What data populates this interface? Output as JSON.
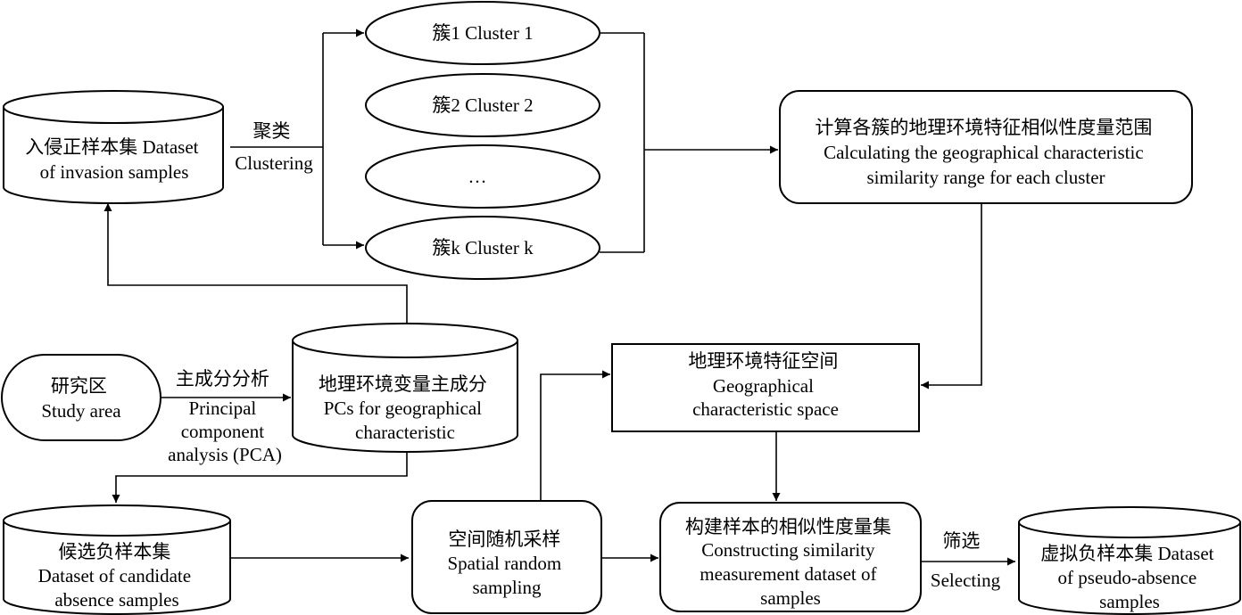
{
  "nodes": {
    "invasion": {
      "lines": [
        "入侵正样本集 Dataset",
        "of invasion samples"
      ]
    },
    "cluster1": {
      "lines": [
        "簇1 Cluster 1"
      ]
    },
    "cluster2": {
      "lines": [
        "簇2 Cluster 2"
      ]
    },
    "cluster_ellipsis": {
      "lines": [
        "…"
      ]
    },
    "clusterk": {
      "lines": [
        "簇k Cluster k"
      ]
    },
    "calc_range": {
      "lines": [
        "计算各簇的地理环境特征相似性度量范围",
        "Calculating the geographical characteristic",
        "similarity range for each cluster"
      ]
    },
    "study_area": {
      "lines": [
        "研究区",
        "Study area"
      ]
    },
    "pcs": {
      "lines": [
        "地理环境变量主成分",
        "PCs for geographical",
        "characteristic"
      ]
    },
    "geo_space": {
      "lines": [
        "地理环境特征空间",
        "Geographical",
        "characteristic space"
      ]
    },
    "candidate": {
      "lines": [
        "候选负样本集",
        "Dataset of candidate",
        "absence samples"
      ]
    },
    "random_sampling": {
      "lines": [
        "空间随机采样",
        "Spatial random",
        "sampling"
      ]
    },
    "similarity_set": {
      "lines": [
        "构建样本的相似性度量集",
        "Constructing similarity",
        "measurement dataset of",
        "samples"
      ]
    },
    "pseudo_absence": {
      "lines": [
        "虚拟负样本集 Dataset",
        "of pseudo-absence",
        "samples"
      ]
    }
  },
  "edge_labels": {
    "clustering": {
      "lines": [
        "聚类",
        "Clustering"
      ]
    },
    "pca": {
      "lines": [
        "主成分分析",
        "Principal",
        "component",
        "analysis (PCA)"
      ]
    },
    "selecting": {
      "lines": [
        "筛选",
        "Selecting"
      ]
    }
  }
}
